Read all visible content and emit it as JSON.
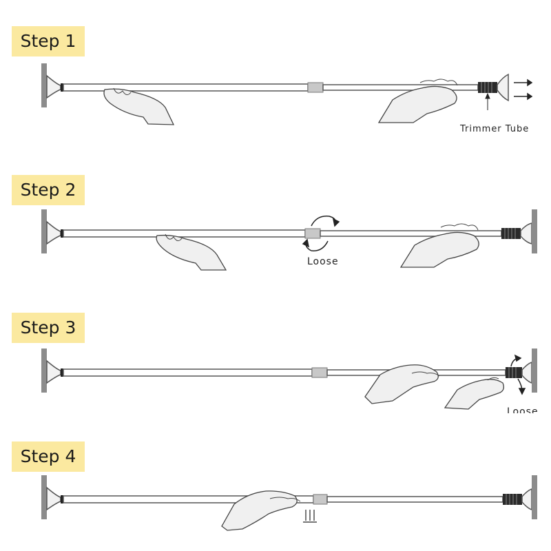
{
  "steps": [
    {
      "label": "Step 1",
      "caption": "Trimmer Tube"
    },
    {
      "label": "Step 2",
      "caption": "Loose"
    },
    {
      "label": "Step 3",
      "caption": "Loose"
    },
    {
      "label": "Step 4",
      "caption": ""
    }
  ],
  "icons": [
    "hand-icon",
    "rotate-arrow-icon",
    "push-arrow-icon",
    "wall-plate-icon",
    "trimmer-tube-icon"
  ],
  "colors": {
    "label_bg": "#fbe9a0",
    "wall_plate": "#8c8c8c",
    "rod_stroke": "#555555",
    "hand_fill": "#f0f0f0",
    "collar": "#c8c8c8",
    "trimmer": "#2a2a2a"
  }
}
